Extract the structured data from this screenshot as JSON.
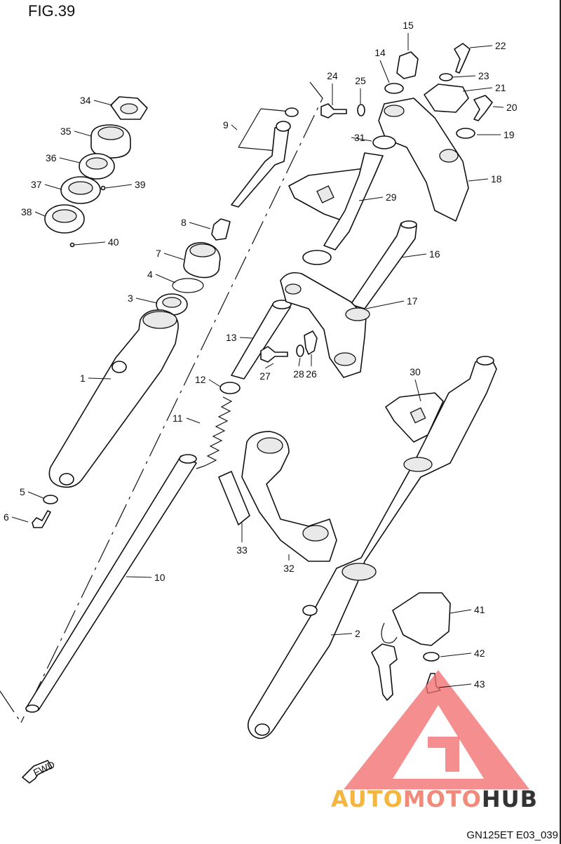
{
  "figure": {
    "title": "FIG.39",
    "code": "GN125ET E03_039",
    "fwd_label": "FWD"
  },
  "watermark": {
    "part1": "AUTO",
    "part2": "MOTO",
    "part3": "HUB",
    "colors": {
      "auto": "#f4b63f",
      "moto": "#f08b7c",
      "hub": "#333333",
      "triangle": "#f26e6e"
    }
  },
  "callouts": [
    {
      "num": "1",
      "target": "fork-outer-tube-left"
    },
    {
      "num": "2",
      "target": "fork-outer-tube-right"
    },
    {
      "num": "3",
      "target": "oil-seal"
    },
    {
      "num": "4",
      "target": "retaining-ring"
    },
    {
      "num": "5",
      "target": "washer"
    },
    {
      "num": "6",
      "target": "bolt"
    },
    {
      "num": "7",
      "target": "dust-seal"
    },
    {
      "num": "8",
      "target": "spring-guide"
    },
    {
      "num": "9",
      "target": "damper-rod"
    },
    {
      "num": "10",
      "target": "inner-tube"
    },
    {
      "num": "11",
      "target": "fork-spring"
    },
    {
      "num": "12",
      "target": "spacer"
    },
    {
      "num": "13",
      "target": "spacer-tube"
    },
    {
      "num": "14",
      "target": "o-ring"
    },
    {
      "num": "15",
      "target": "cap-bolt"
    },
    {
      "num": "16",
      "target": "steering-stem"
    },
    {
      "num": "17",
      "target": "stem-bearing"
    },
    {
      "num": "18",
      "target": "upper-bracket"
    },
    {
      "num": "19",
      "target": "washer"
    },
    {
      "num": "20",
      "target": "bolt"
    },
    {
      "num": "21",
      "target": "handlebar-holder"
    },
    {
      "num": "22",
      "target": "bolt"
    },
    {
      "num": "23",
      "target": "washer"
    },
    {
      "num": "24",
      "target": "bolt"
    },
    {
      "num": "25",
      "target": "washer"
    },
    {
      "num": "26",
      "target": "clamp"
    },
    {
      "num": "27",
      "target": "bolt"
    },
    {
      "num": "28",
      "target": "washer"
    },
    {
      "num": "29",
      "target": "bracket"
    },
    {
      "num": "30",
      "target": "bracket"
    },
    {
      "num": "31",
      "target": "cover"
    },
    {
      "num": "32",
      "target": "headlamp-bracket"
    },
    {
      "num": "33",
      "target": "reflector-plate"
    },
    {
      "num": "34",
      "target": "stem-nut"
    },
    {
      "num": "35",
      "target": "washer"
    },
    {
      "num": "36",
      "target": "bearing-race"
    },
    {
      "num": "37",
      "target": "bearing"
    },
    {
      "num": "38",
      "target": "bearing"
    },
    {
      "num": "39",
      "target": "ball"
    },
    {
      "num": "40",
      "target": "ball"
    },
    {
      "num": "41",
      "target": "steering-lock"
    },
    {
      "num": "42",
      "target": "washer"
    },
    {
      "num": "43",
      "target": "screw"
    }
  ]
}
